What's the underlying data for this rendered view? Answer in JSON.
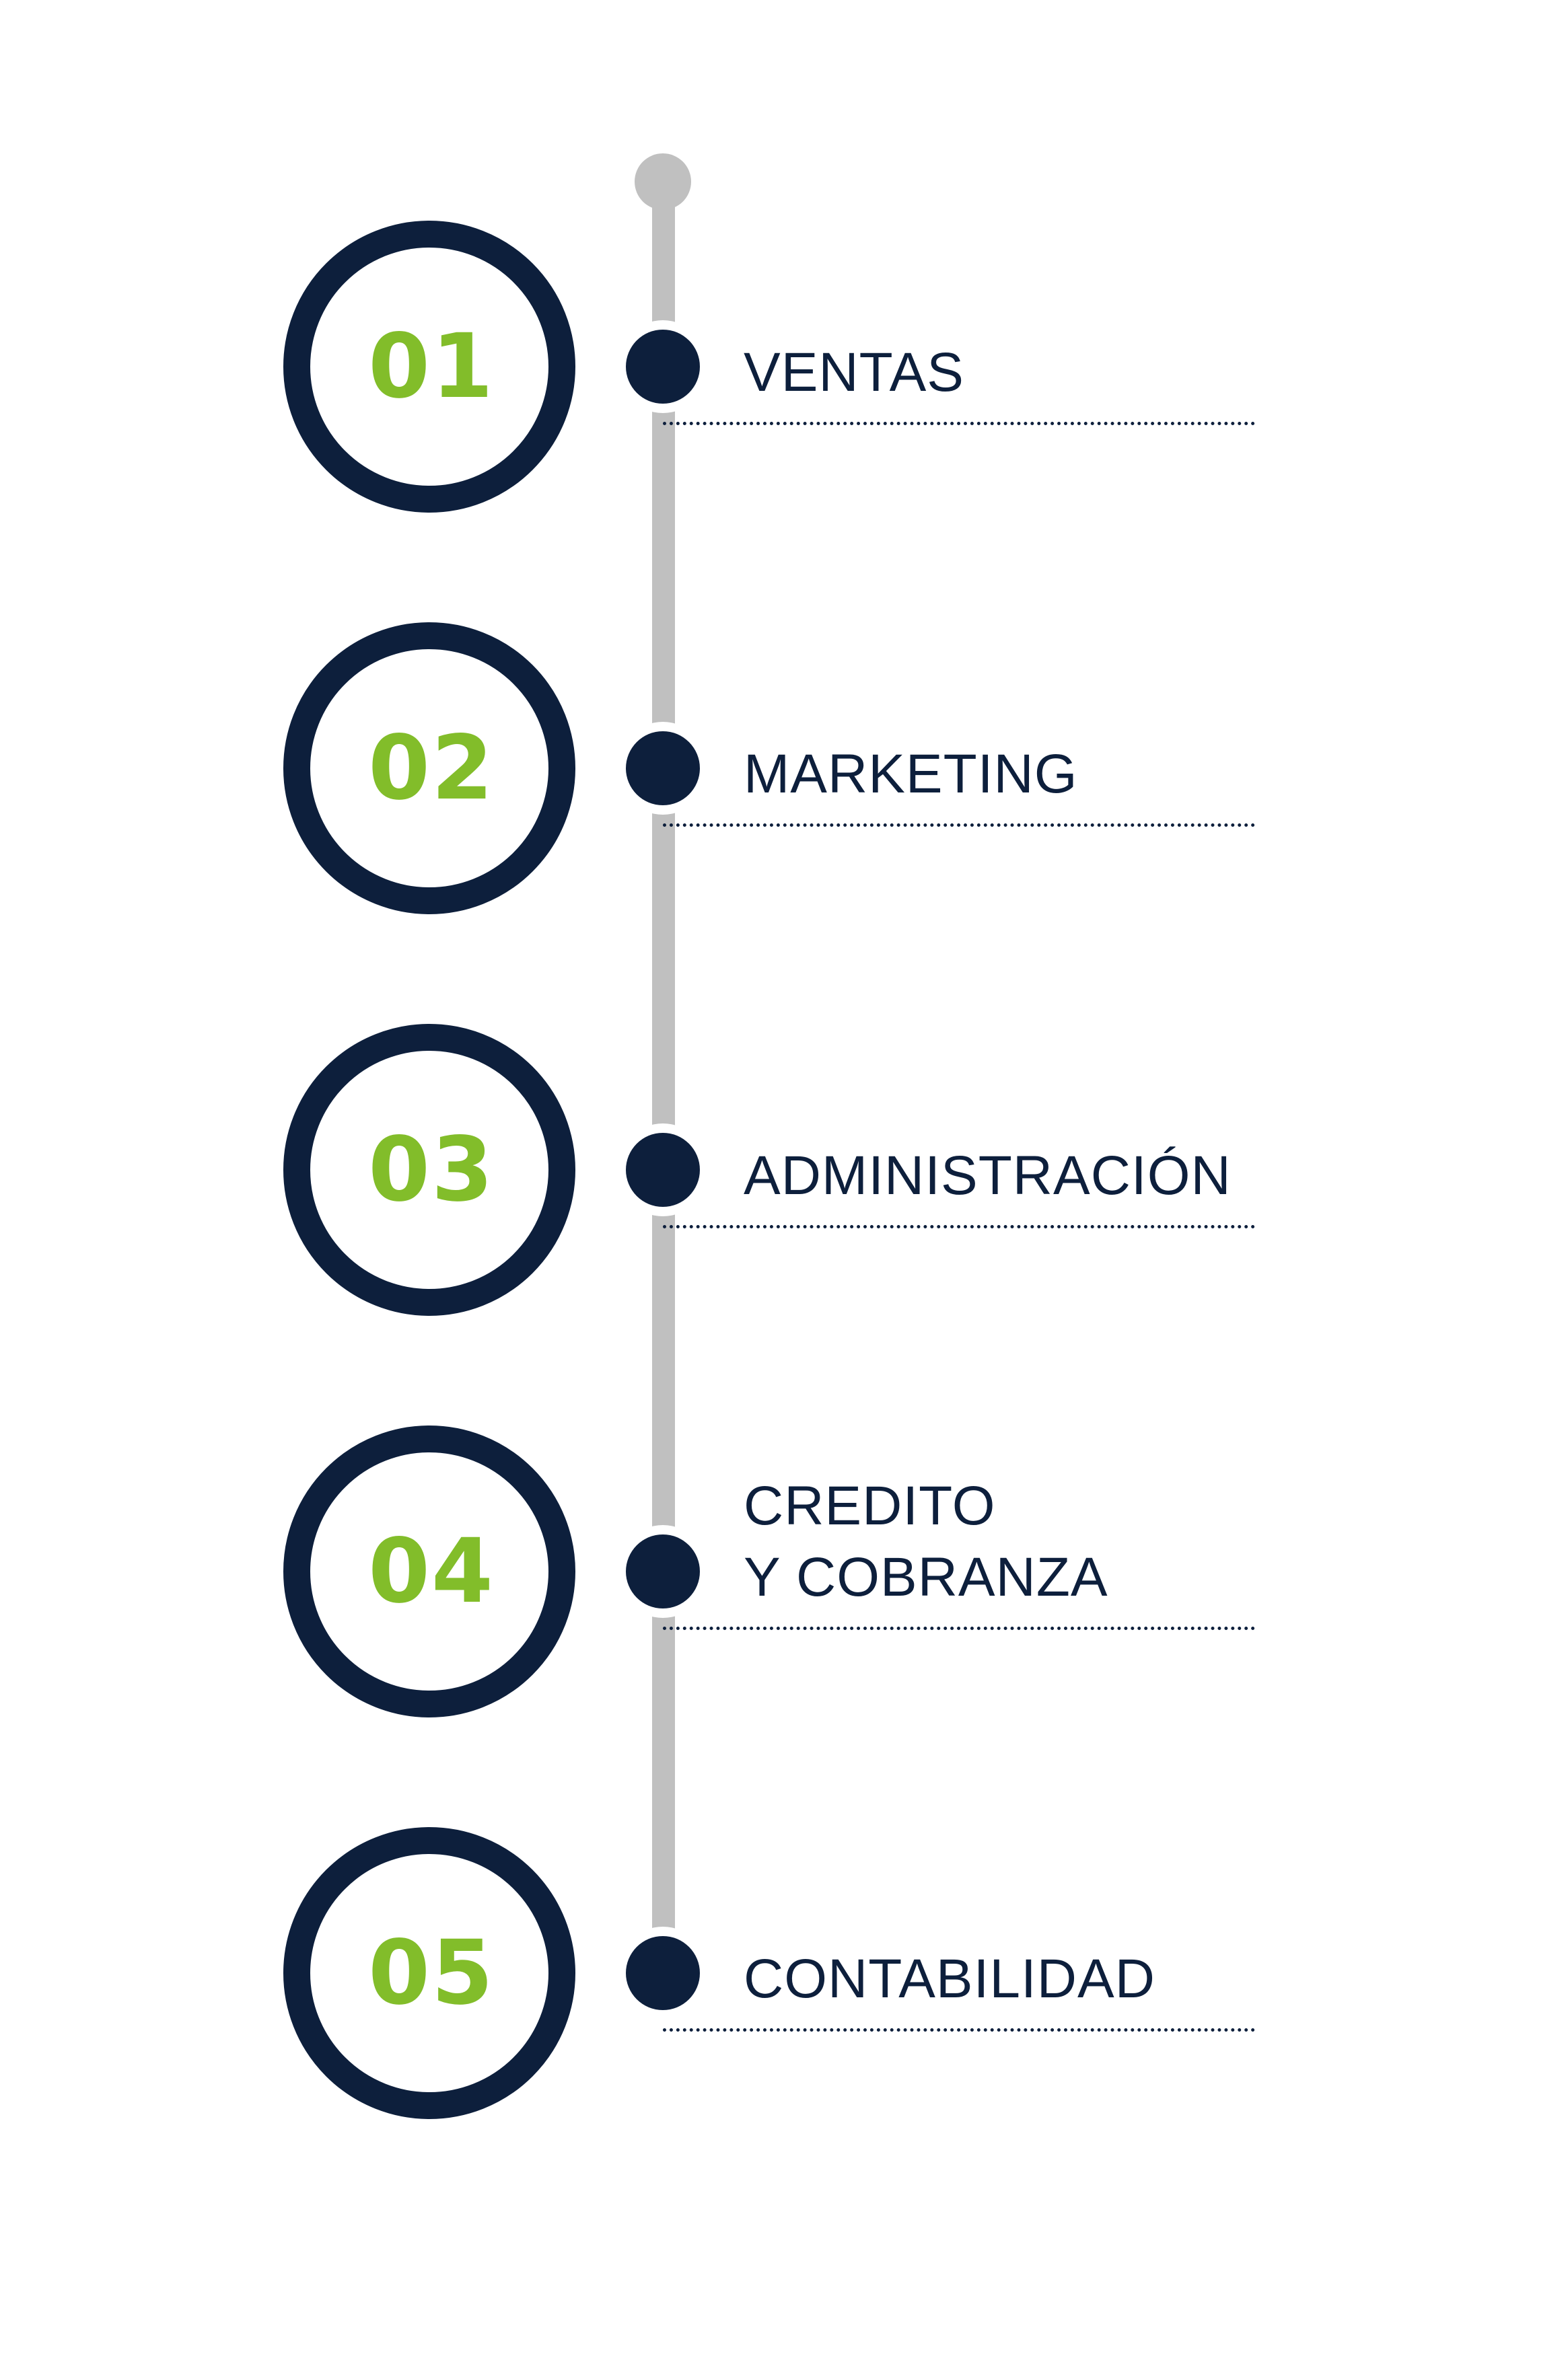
{
  "steps": [
    {
      "number": "01",
      "label_lines": [
        "VENTAS"
      ]
    },
    {
      "number": "02",
      "label_lines": [
        "MARKETING"
      ]
    },
    {
      "number": "03",
      "label_lines": [
        "ADMINISTRACIÓN"
      ]
    },
    {
      "number": "04",
      "label_lines": [
        "CREDITO",
        "Y COBRANZA"
      ]
    },
    {
      "number": "05",
      "label_lines": [
        "CONTABILIDAD"
      ]
    }
  ],
  "colors": {
    "navy": "#0d1f3c",
    "green": "#82bd2a",
    "track_gray": "#c0c0c0",
    "background": "#ffffff"
  }
}
